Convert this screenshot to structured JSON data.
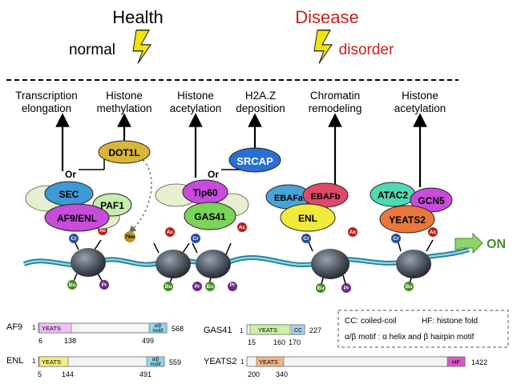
{
  "header": {
    "health": "Health",
    "normal": "normal",
    "disease": "Disease",
    "disorder": "disorder"
  },
  "processes": [
    {
      "line1": "Transcription",
      "line2": "elongation"
    },
    {
      "line1": "Histone",
      "line2": "methylation"
    },
    {
      "line1": "Histone",
      "line2": "acetylation"
    },
    {
      "line1": "H2A.Z",
      "line2": "deposition"
    },
    {
      "line1": "Chromatin",
      "line2": "remodeling"
    },
    {
      "line1": "Histone",
      "line2": "acetylation"
    }
  ],
  "complexes": {
    "sec": "SEC",
    "paf1": "PAF1",
    "af9enl": "AF9/ENL",
    "dot1l": "DOT1L",
    "or1": "Or",
    "tip60": "Tip60",
    "gas41": "GAS41",
    "srcap": "SRCAP",
    "or2": "Or",
    "ebafa": "EBAFa",
    "ebafb": "EBAFb",
    "enl": "ENL",
    "atac2": "ATAC2",
    "gcn5": "GCN5",
    "yeats2": "YEATS2"
  },
  "marks": {
    "cr": "Cr",
    "ac": "Ac",
    "bu": "Bu",
    "pr": "Pr",
    "k79me": "79m"
  },
  "on_label": "ON",
  "colors": {
    "health": "#000000",
    "disease": "#c8201e",
    "bolt": "#f2e600",
    "sec": "#3e9ad6",
    "af9enl": "#c84bdc",
    "dot1l": "#d9b53a",
    "tip60": "#c84bdc",
    "gas41": "#7cd35a",
    "srcap": "#2b6fd4",
    "ebafa": "#4aa3d8",
    "ebafb": "#e0496a",
    "enl": "#f2ea3a",
    "atac2": "#4fd9b3",
    "gcn5": "#c84bdc",
    "yeats2": "#e8793a",
    "blob": "#e6efcf",
    "on": "#5a9a3a"
  },
  "domain_legend": {
    "line1a": "CC: coiled-coil",
    "line1b": "HF: histone fold",
    "line2": "α/β motif : α helix and β hairpin motif"
  },
  "proteins": [
    {
      "name": "AF9",
      "start": "1",
      "end": "568",
      "domains": [
        "YEATS",
        "α/β",
        "motif"
      ],
      "ticks": [
        "6",
        "138",
        "499"
      ]
    },
    {
      "name": "ENL",
      "start": "1",
      "end": "559",
      "domains": [
        "YEATS",
        "α/β",
        "motif"
      ],
      "ticks": [
        "5",
        "144",
        "491"
      ]
    },
    {
      "name": "GAS41",
      "start": "1",
      "end": "227",
      "domains": [
        "YEATS",
        "CC"
      ],
      "ticks": [
        "15",
        "160",
        "170"
      ]
    },
    {
      "name": "YEATS2",
      "start": "1",
      "end": "1422",
      "domains": [
        "YEATS",
        "HF"
      ],
      "ticks": [
        "200",
        "340"
      ]
    }
  ]
}
